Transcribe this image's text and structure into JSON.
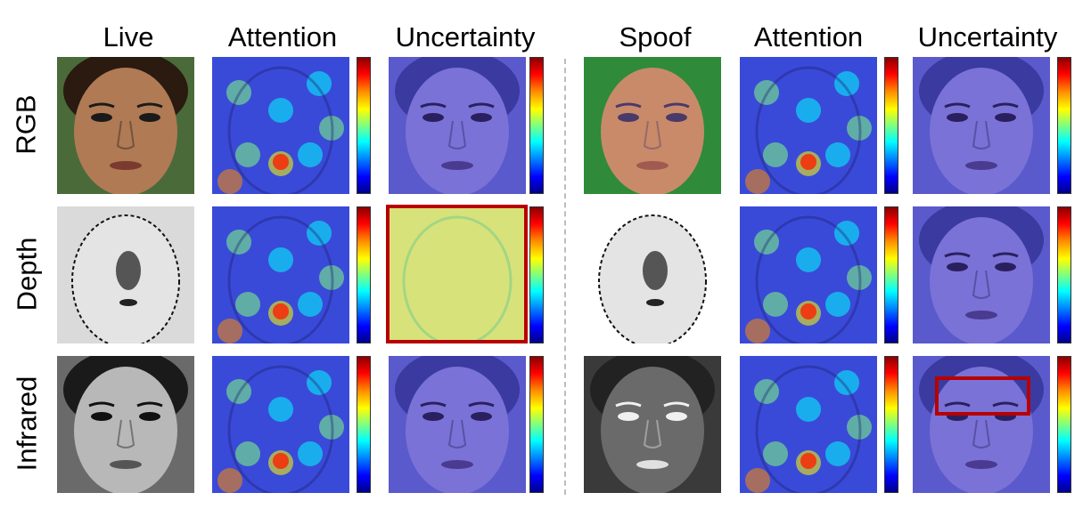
{
  "figure": {
    "column_headers": [
      "Live",
      "Attention",
      "Uncertainty",
      "Spoof",
      "Attention",
      "Uncertainty"
    ],
    "row_labels": [
      "RGB",
      "Depth",
      "Infrared"
    ],
    "colorbar_colors": [
      "#8b0000",
      "#ff0000",
      "#ff8c00",
      "#ffff00",
      "#7fff7f",
      "#00ffff",
      "#0080ff",
      "#0000ff",
      "#00008b"
    ],
    "highlight_color": "#b80000"
  }
}
